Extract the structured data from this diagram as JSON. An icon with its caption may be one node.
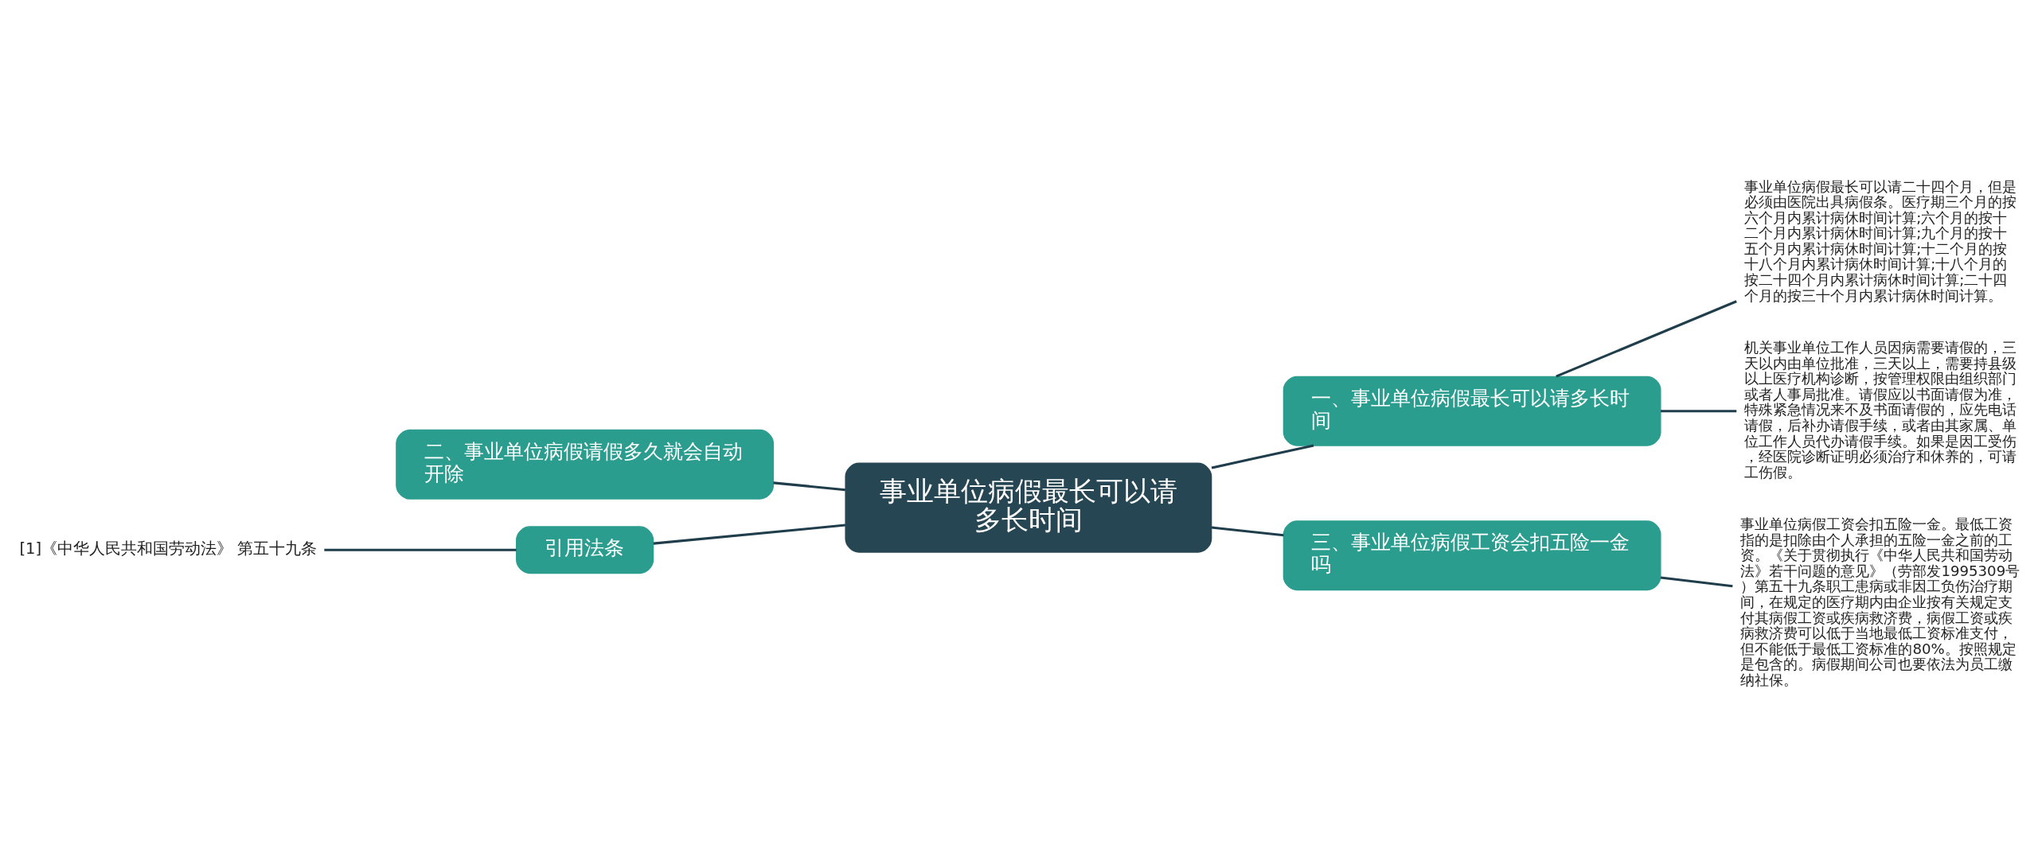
{
  "diagram": {
    "nodes": [
      {
        "text": [
          "事业单位病假最长可以请多长时间"
        ]
      },
      {
        "text": [
          "一、事业单位病假最长可以请多长时间"
        ]
      },
      {
        "text": [
          "事业单位病假最长可以请二十四个月，但是必须由医院出具病假条。医疗期三个月的按六个月内累计病休时间计算;六个月的按十二个月内累计病休时间计算;九个月的按十五个月内累计病休时间计算;十二个月的按十八个月内累计病休时间计算;十八个月的按二十四个月内累计病休时间计算;二十四个月的按三十个月内累计病休时间计算。"
        ]
      },
      {
        "text": [
          "机关事业单位工作人员因病需要请假的，三天以内由单位批准，三天以上，需要持县级以上医疗机构诊断，按管理权限由组织部门或者人事局批准。请假应以书面请假为准，特殊紧急情况来不及书面请假的，应先电话请假，后补办请假手续，或者由其家属、单位工作人员代办请假手续。如果是因工受伤，经医院诊断证明必须治疗和休养的，可请工伤假。"
        ]
      },
      {
        "text": [
          "二、事业单位病假请假多久就会自动开除"
        ]
      },
      {
        "text": [
          "引用法条"
        ]
      },
      {
        "text": [
          "[1]《中华人民共和国劳动法》 第五十九条"
        ]
      },
      {
        "text": [
          "三、事业单位病假工资会扣五险一金吗"
        ]
      },
      {
        "text": [
          "事业单位病假工资会扣五险一金。最低工资指的是扣除由个人承担的五险一金之前的工资。《关于贯彻执行《中华人民共和国劳动法》若干问题的意见》（劳部发1995309号）第五十九条职工患病或非因工负伤治疗期间，在规定的医疗期内由企业按有关规定支付其病假工资或疾病救济费，病假工资或疾病救济费可以低于当地最低工资标准支付，但不能低于最低工资标准的80%。按照规定是包含的。病假期间公司也要依法为员工缴纳社保。"
        ]
      }
    ],
    "edges": [
      {
        "from": 0,
        "to": 1,
        "arrow": "none"
      },
      {
        "from": 1,
        "to": 2,
        "arrow": "none"
      },
      {
        "from": 1,
        "to": 3,
        "arrow": "none"
      },
      {
        "from": 0,
        "to": 4,
        "arrow": "none"
      },
      {
        "from": 0,
        "to": 5,
        "arrow": "none"
      },
      {
        "from": 5,
        "to": 6,
        "arrow": "none"
      },
      {
        "from": 0,
        "to": 7,
        "arrow": "none"
      },
      {
        "from": 7,
        "to": 8,
        "arrow": "none"
      }
    ]
  }
}
